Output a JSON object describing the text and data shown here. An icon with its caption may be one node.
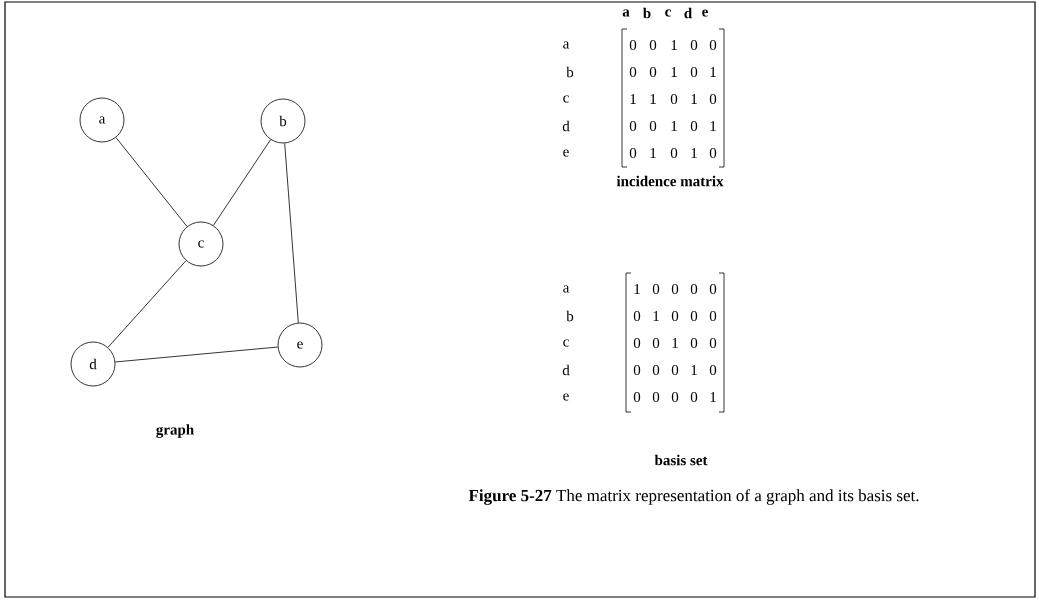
{
  "diagram": {
    "caption": "**Figure 5-27** The matrix representation of a graph and its basis set.",
    "nodes": [
      {
        "text": [
          "a"
        ]
      },
      {
        "text": [
          "b"
        ]
      },
      {
        "text": [
          "c"
        ]
      },
      {
        "text": [
          "d"
        ]
      },
      {
        "text": [
          "e"
        ]
      }
    ],
    "edges": [
      {
        "from": 0,
        "to": 2,
        "arrow": "none"
      },
      {
        "from": 2,
        "to": 1,
        "arrow": "none"
      },
      {
        "from": 1,
        "to": 4,
        "arrow": "none"
      },
      {
        "from": 2,
        "to": 3,
        "arrow": "none"
      },
      {
        "from": 3,
        "to": 4,
        "arrow": "none"
      }
    ],
    "labels": [
      "a",
      "b",
      "c",
      "d",
      "e",
      "a",
      "0",
      "0",
      "1",
      "0",
      "0",
      "b",
      "0",
      "0",
      "1",
      "0",
      "1",
      "c",
      "1",
      "1",
      "0",
      "1",
      "0",
      "d",
      "0",
      "0",
      "1",
      "0",
      "1",
      "e",
      "0",
      "1",
      "0",
      "1",
      "0",
      "incidence matrix",
      "graph",
      "a",
      "1",
      "0",
      "0",
      "0",
      "0",
      "b",
      "0",
      "1",
      "0",
      "0",
      "0",
      "c",
      "0",
      "0",
      "1",
      "0",
      "0",
      "d",
      "0",
      "0",
      "0",
      "1",
      "0",
      "e",
      "0",
      "0",
      "0",
      "0",
      "1",
      "basis set"
    ]
  }
}
